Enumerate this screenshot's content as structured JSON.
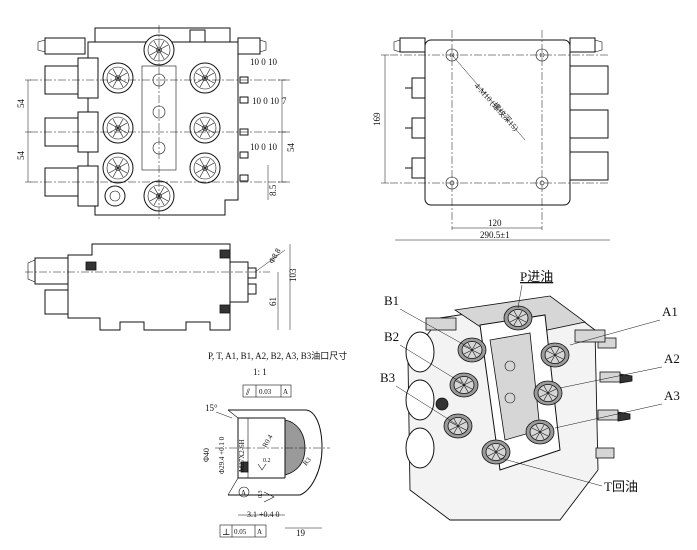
{
  "top_view": {
    "dims": {
      "right_a": "10 0 10",
      "right_b": "10 0 10",
      "right_c": "10 0 10",
      "right_d": "7",
      "left_54a": "54",
      "left_54b": "54",
      "right_54": "54",
      "bottom_85": "8.5"
    }
  },
  "right_view": {
    "note": "4-M10 (螺纹深15)",
    "dims": {
      "height": "169",
      "w120": "120",
      "w290": "290.5±1"
    }
  },
  "side_view": {
    "dims": {
      "d88": "Φ8.8",
      "d61": "61",
      "d103": "103"
    }
  },
  "port_detail": {
    "caption": "P, T, A1, B1, A2, B2, A3, B3油口尺寸",
    "scale": "1: 1",
    "tol_top": {
      "symbol": "⫽",
      "value": "0.03",
      "datum": "A"
    },
    "tol_bottom": {
      "symbol": "⊥",
      "value": "0.05",
      "datum": "A"
    },
    "angle": "15°",
    "dim_phi40": "Φ40",
    "dim_phi29": "Φ29.4 +0.1 0",
    "thread": "M27X2-6H",
    "r04": "R0.4",
    "r02": "0.2",
    "r3": "R3",
    "r03": "0.3",
    "dim_31": "3.1 +0.4 0",
    "dim_19": "19",
    "datum_a": "A"
  },
  "iso_view": {
    "labels": {
      "p": "P进油",
      "t": "T回油",
      "a1": "A1",
      "a2": "A2",
      "a3": "A3",
      "b1": "B1",
      "b2": "B2",
      "b3": "B3"
    }
  }
}
